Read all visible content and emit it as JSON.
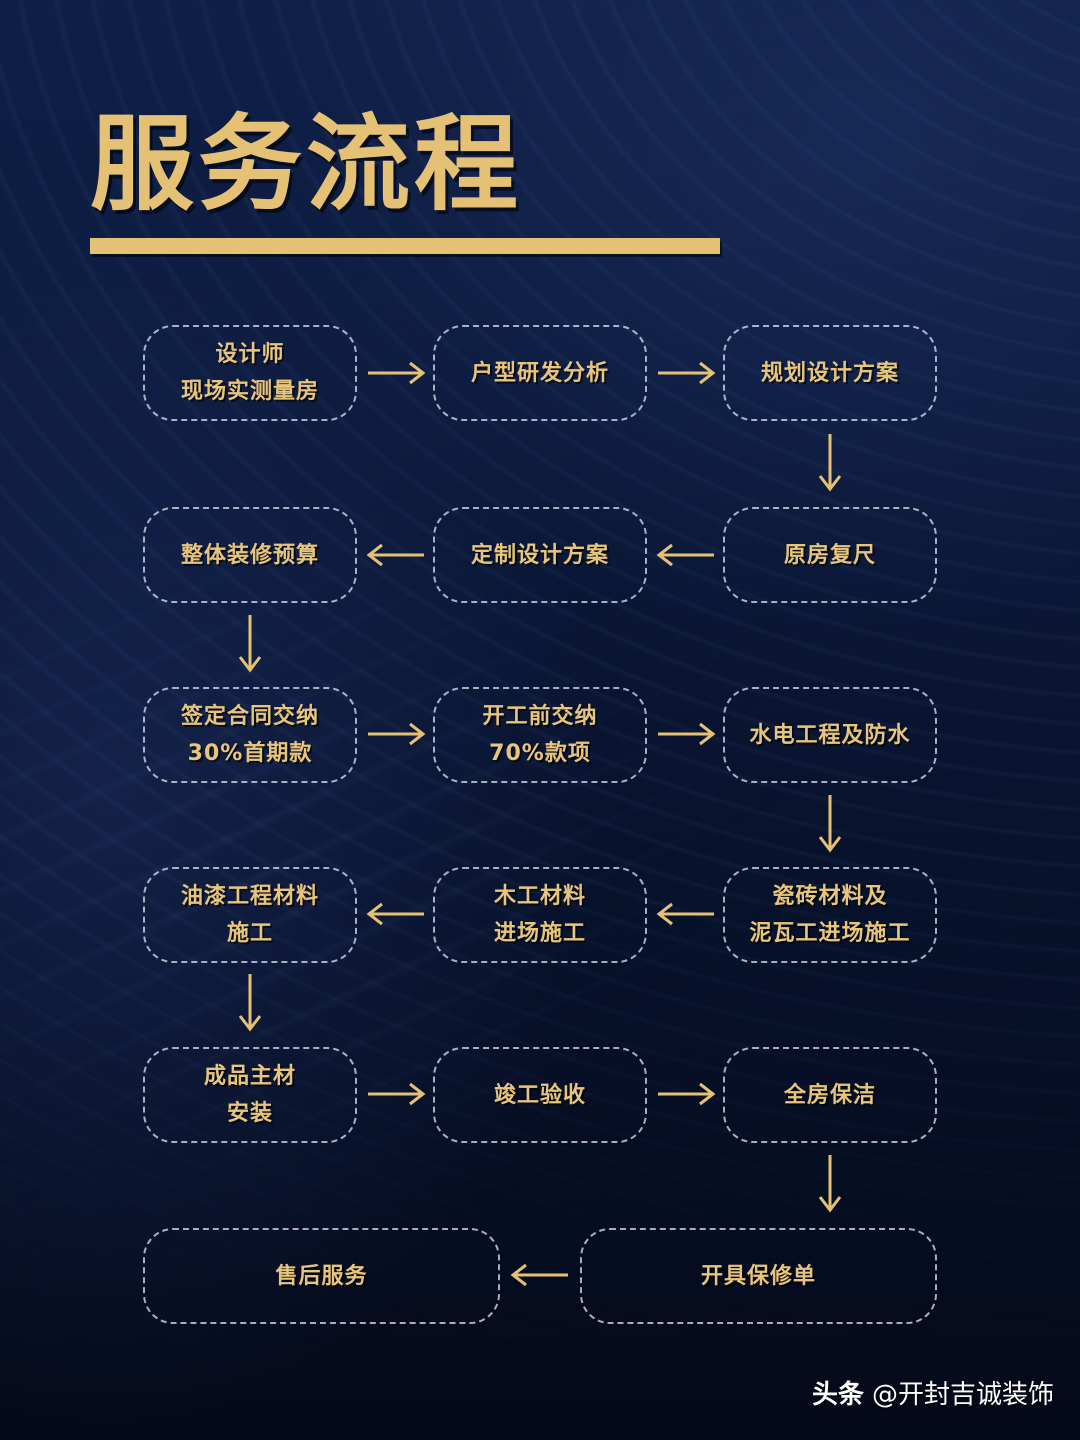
{
  "title": "服务流程",
  "colors": {
    "accent_gold": "#e5c176",
    "background_navy": "#0b1838",
    "border_dashed": "#dce4f5"
  },
  "steps": [
    {
      "id": 1,
      "lines": [
        "设计师",
        "现场实测量房"
      ]
    },
    {
      "id": 2,
      "lines": [
        "户型研发分析"
      ]
    },
    {
      "id": 3,
      "lines": [
        "规划设计方案"
      ]
    },
    {
      "id": 4,
      "lines": [
        "原房复尺"
      ]
    },
    {
      "id": 5,
      "lines": [
        "定制设计方案"
      ]
    },
    {
      "id": 6,
      "lines": [
        "整体装修预算"
      ]
    },
    {
      "id": 7,
      "lines": [
        "签定合同交纳",
        "30%首期款"
      ]
    },
    {
      "id": 8,
      "lines": [
        "开工前交纳",
        "70%款项"
      ]
    },
    {
      "id": 9,
      "lines": [
        "水电工程及防水"
      ]
    },
    {
      "id": 10,
      "lines": [
        "瓷砖材料及",
        "泥瓦工进场施工"
      ]
    },
    {
      "id": 11,
      "lines": [
        "木工材料",
        "进场施工"
      ]
    },
    {
      "id": 12,
      "lines": [
        "油漆工程材料",
        "施工"
      ]
    },
    {
      "id": 13,
      "lines": [
        "成品主材",
        "安装"
      ]
    },
    {
      "id": 14,
      "lines": [
        "竣工验收"
      ]
    },
    {
      "id": 15,
      "lines": [
        "全房保洁"
      ]
    },
    {
      "id": 16,
      "lines": [
        "开具保修单"
      ]
    },
    {
      "id": 17,
      "lines": [
        "售后服务"
      ]
    }
  ],
  "flow": [
    {
      "from": 1,
      "to": 2,
      "direction": "right"
    },
    {
      "from": 2,
      "to": 3,
      "direction": "right"
    },
    {
      "from": 3,
      "to": 4,
      "direction": "down"
    },
    {
      "from": 4,
      "to": 5,
      "direction": "left"
    },
    {
      "from": 5,
      "to": 6,
      "direction": "left"
    },
    {
      "from": 6,
      "to": 7,
      "direction": "down"
    },
    {
      "from": 7,
      "to": 8,
      "direction": "right"
    },
    {
      "from": 8,
      "to": 9,
      "direction": "right"
    },
    {
      "from": 9,
      "to": 10,
      "direction": "down"
    },
    {
      "from": 10,
      "to": 11,
      "direction": "left"
    },
    {
      "from": 11,
      "to": 12,
      "direction": "left"
    },
    {
      "from": 12,
      "to": 13,
      "direction": "down"
    },
    {
      "from": 13,
      "to": 14,
      "direction": "right"
    },
    {
      "from": 14,
      "to": 15,
      "direction": "right"
    },
    {
      "from": 15,
      "to": 16,
      "direction": "down"
    },
    {
      "from": 16,
      "to": 17,
      "direction": "left"
    }
  ],
  "icons": {
    "arrow_right": "arrow-right-icon",
    "arrow_left": "arrow-left-icon",
    "arrow_down": "arrow-down-icon"
  },
  "watermark": {
    "brand": "头条",
    "account": "@开封吉诚装饰"
  }
}
